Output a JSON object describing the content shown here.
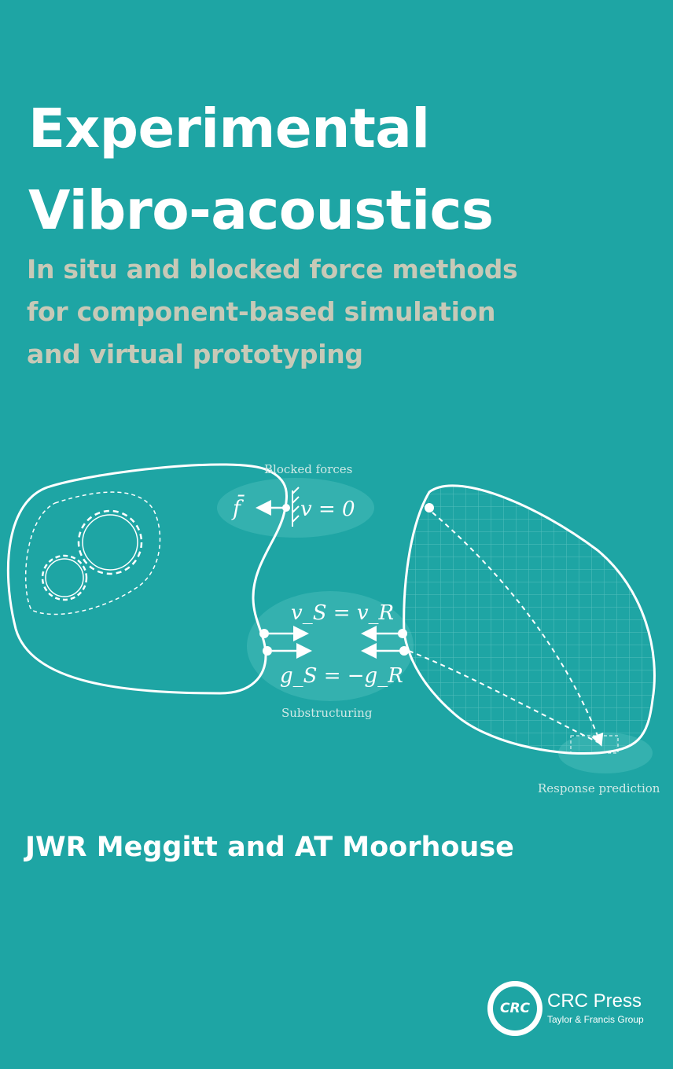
{
  "book": {
    "title_lines": [
      "Experimental",
      "Vibro-acoustics"
    ],
    "subtitle_lines": [
      "In situ and blocked force methods",
      "for component-based simulation",
      "and virtual prototyping"
    ],
    "authors": "JWR Meggitt and AT Moorhouse"
  },
  "figure": {
    "labels": {
      "blocked_forces": "Blocked forces",
      "substructuring": "Substructuring",
      "response_prediction": "Response prediction"
    },
    "equations": {
      "force": "f̄",
      "velocity_zero": "v = 0",
      "velocity_coupling": "v_S = v_R",
      "force_coupling": "g_S = −g_R"
    },
    "icons": [
      "gear-icon",
      "gear-icon"
    ]
  },
  "publisher": {
    "logo_text": "CRC",
    "name": "CRC Press",
    "group": "Taylor & Francis Group"
  },
  "colors": {
    "background": "#1ea5a4",
    "title": "#ffffff",
    "subtitle": "#c7c9b7",
    "line_art": "#ffffff"
  }
}
